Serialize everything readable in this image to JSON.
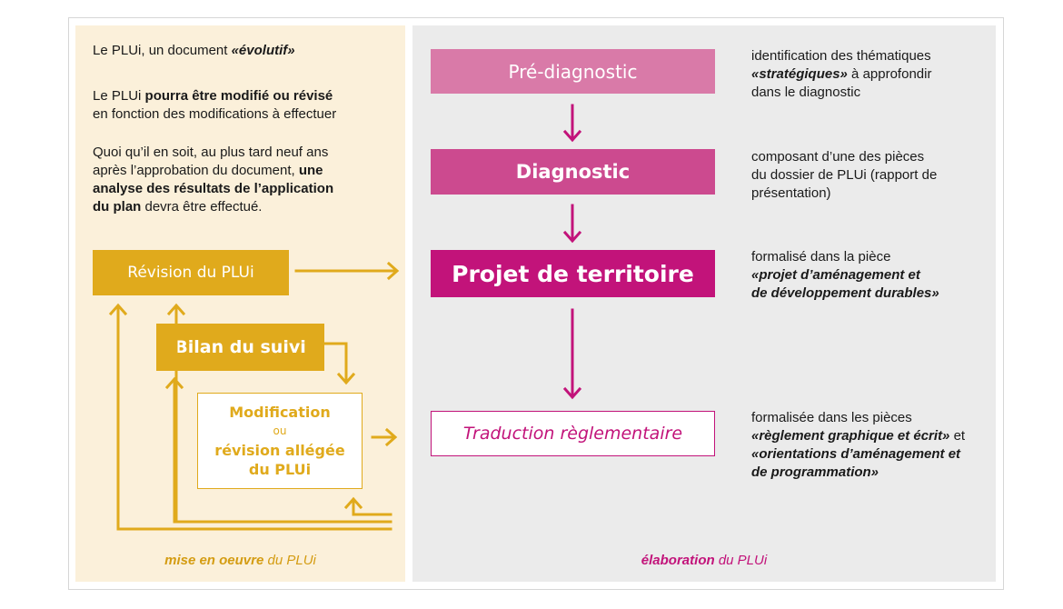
{
  "left": {
    "intro": {
      "prefix": "Le PLUi, un document ",
      "emph": "«évolutif»"
    },
    "para2": {
      "prefix": "Le PLUi ",
      "bold": "pourra être modifié ou révisé",
      "line2": "en fonction des modifications à effectuer"
    },
    "para3": {
      "line1": "Quoi qu’il en soit, au plus tard neuf ans",
      "line2_prefix": "après l’approbation du document, ",
      "line2_bold": "une",
      "line3_bold": "analyse des résultats de l’application",
      "line4_bold": "du plan",
      "line4_suffix": " devra être effectué."
    },
    "boxes": {
      "revision": "Révision du PLUi",
      "bilan": "Bilan du suivi",
      "modif_line1": "Modification",
      "modif_ou": "ou",
      "modif_line2": "révision allégée",
      "modif_line3": "du PLUi"
    },
    "footer": {
      "bold": "mise en oeuvre",
      "rest": " du PLUi"
    }
  },
  "right": {
    "boxes": {
      "pre": "Pré-diagnostic",
      "diag": "Diagnostic",
      "projet": "Projet de territoire",
      "trad": "Traduction règlementaire"
    },
    "desc1": {
      "line1": "identification des thématiques",
      "line2_emph": "«stratégiques»",
      "line2_rest": " à approfondir",
      "line3": "dans le diagnostic"
    },
    "desc2": {
      "line1": "composant d’une des pièces",
      "line2": "du dossier de PLUi (rapport de",
      "line3": "présentation)"
    },
    "desc3": {
      "line1": "formalisé dans la pièce",
      "line2_emph": "«projet d’aménagement et",
      "line3_emph": "de développement durables»"
    },
    "desc4": {
      "line1": "formalisée dans les pièces",
      "line2_emph": "«règlement graphique et écrit»",
      "line2_rest": " et",
      "line3_emph": "«orientations d’aménagement et",
      "line4_emph": "de programmation»"
    },
    "footer": {
      "bold": "élaboration",
      "rest": " du PLUi"
    }
  },
  "colors": {
    "gold": "#e0aa1c",
    "magenta": "#c2137a",
    "left_bg": "#fbf0da",
    "right_bg": "#ebebeb"
  }
}
